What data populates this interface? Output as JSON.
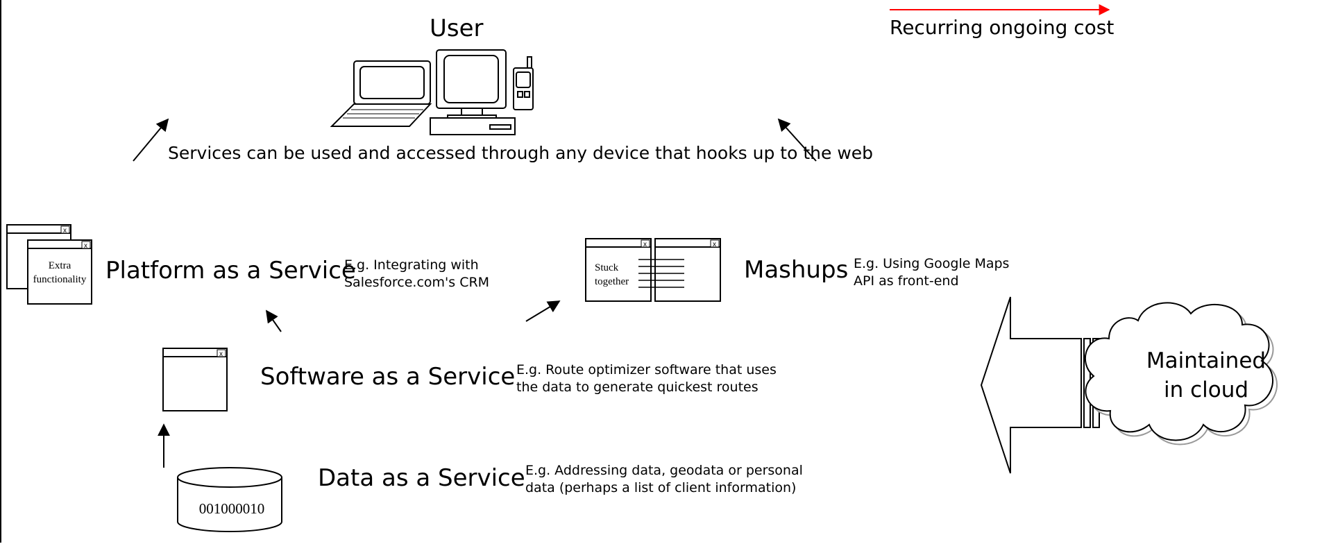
{
  "colors": {
    "line": "#000000",
    "legend_arrow": "#ff0000",
    "cloud_shadow": "#999999",
    "background": "#ffffff"
  },
  "legend": {
    "arrow_icon": "red-arrow",
    "label": "Recurring ongoing cost"
  },
  "user": {
    "title": "User",
    "devices": [
      "laptop-icon",
      "desktop-computer-icon",
      "mobile-phone-icon"
    ]
  },
  "access_note": "Services can be used and accessed through any device that hooks up to the web",
  "paas": {
    "title": "Platform as a Service",
    "example_line1": "E.g. Integrating with",
    "example_line2": "Salesforce.com's CRM",
    "window_text_line1": "Extra",
    "window_text_line2": "functionality",
    "close_glyph": "x"
  },
  "mashups": {
    "title": "Mashups",
    "example_line1": "E.g. Using Google Maps",
    "example_line2": "API as front-end",
    "window_text_line1": "Stuck",
    "window_text_line2": "together",
    "close_glyph": "x"
  },
  "saas": {
    "title": "Software as a Service",
    "example_line1": "E.g. Route optimizer software that uses",
    "example_line2": "the data to generate quickest routes",
    "close_glyph": "x"
  },
  "daas": {
    "title": "Data as a Service",
    "example_line1": "E.g. Addressing data, geodata or personal",
    "example_line2": "data (perhaps a list of client information)",
    "cylinder_text": "001000010"
  },
  "cloud": {
    "line1": "Maintained",
    "line2": "in cloud"
  }
}
